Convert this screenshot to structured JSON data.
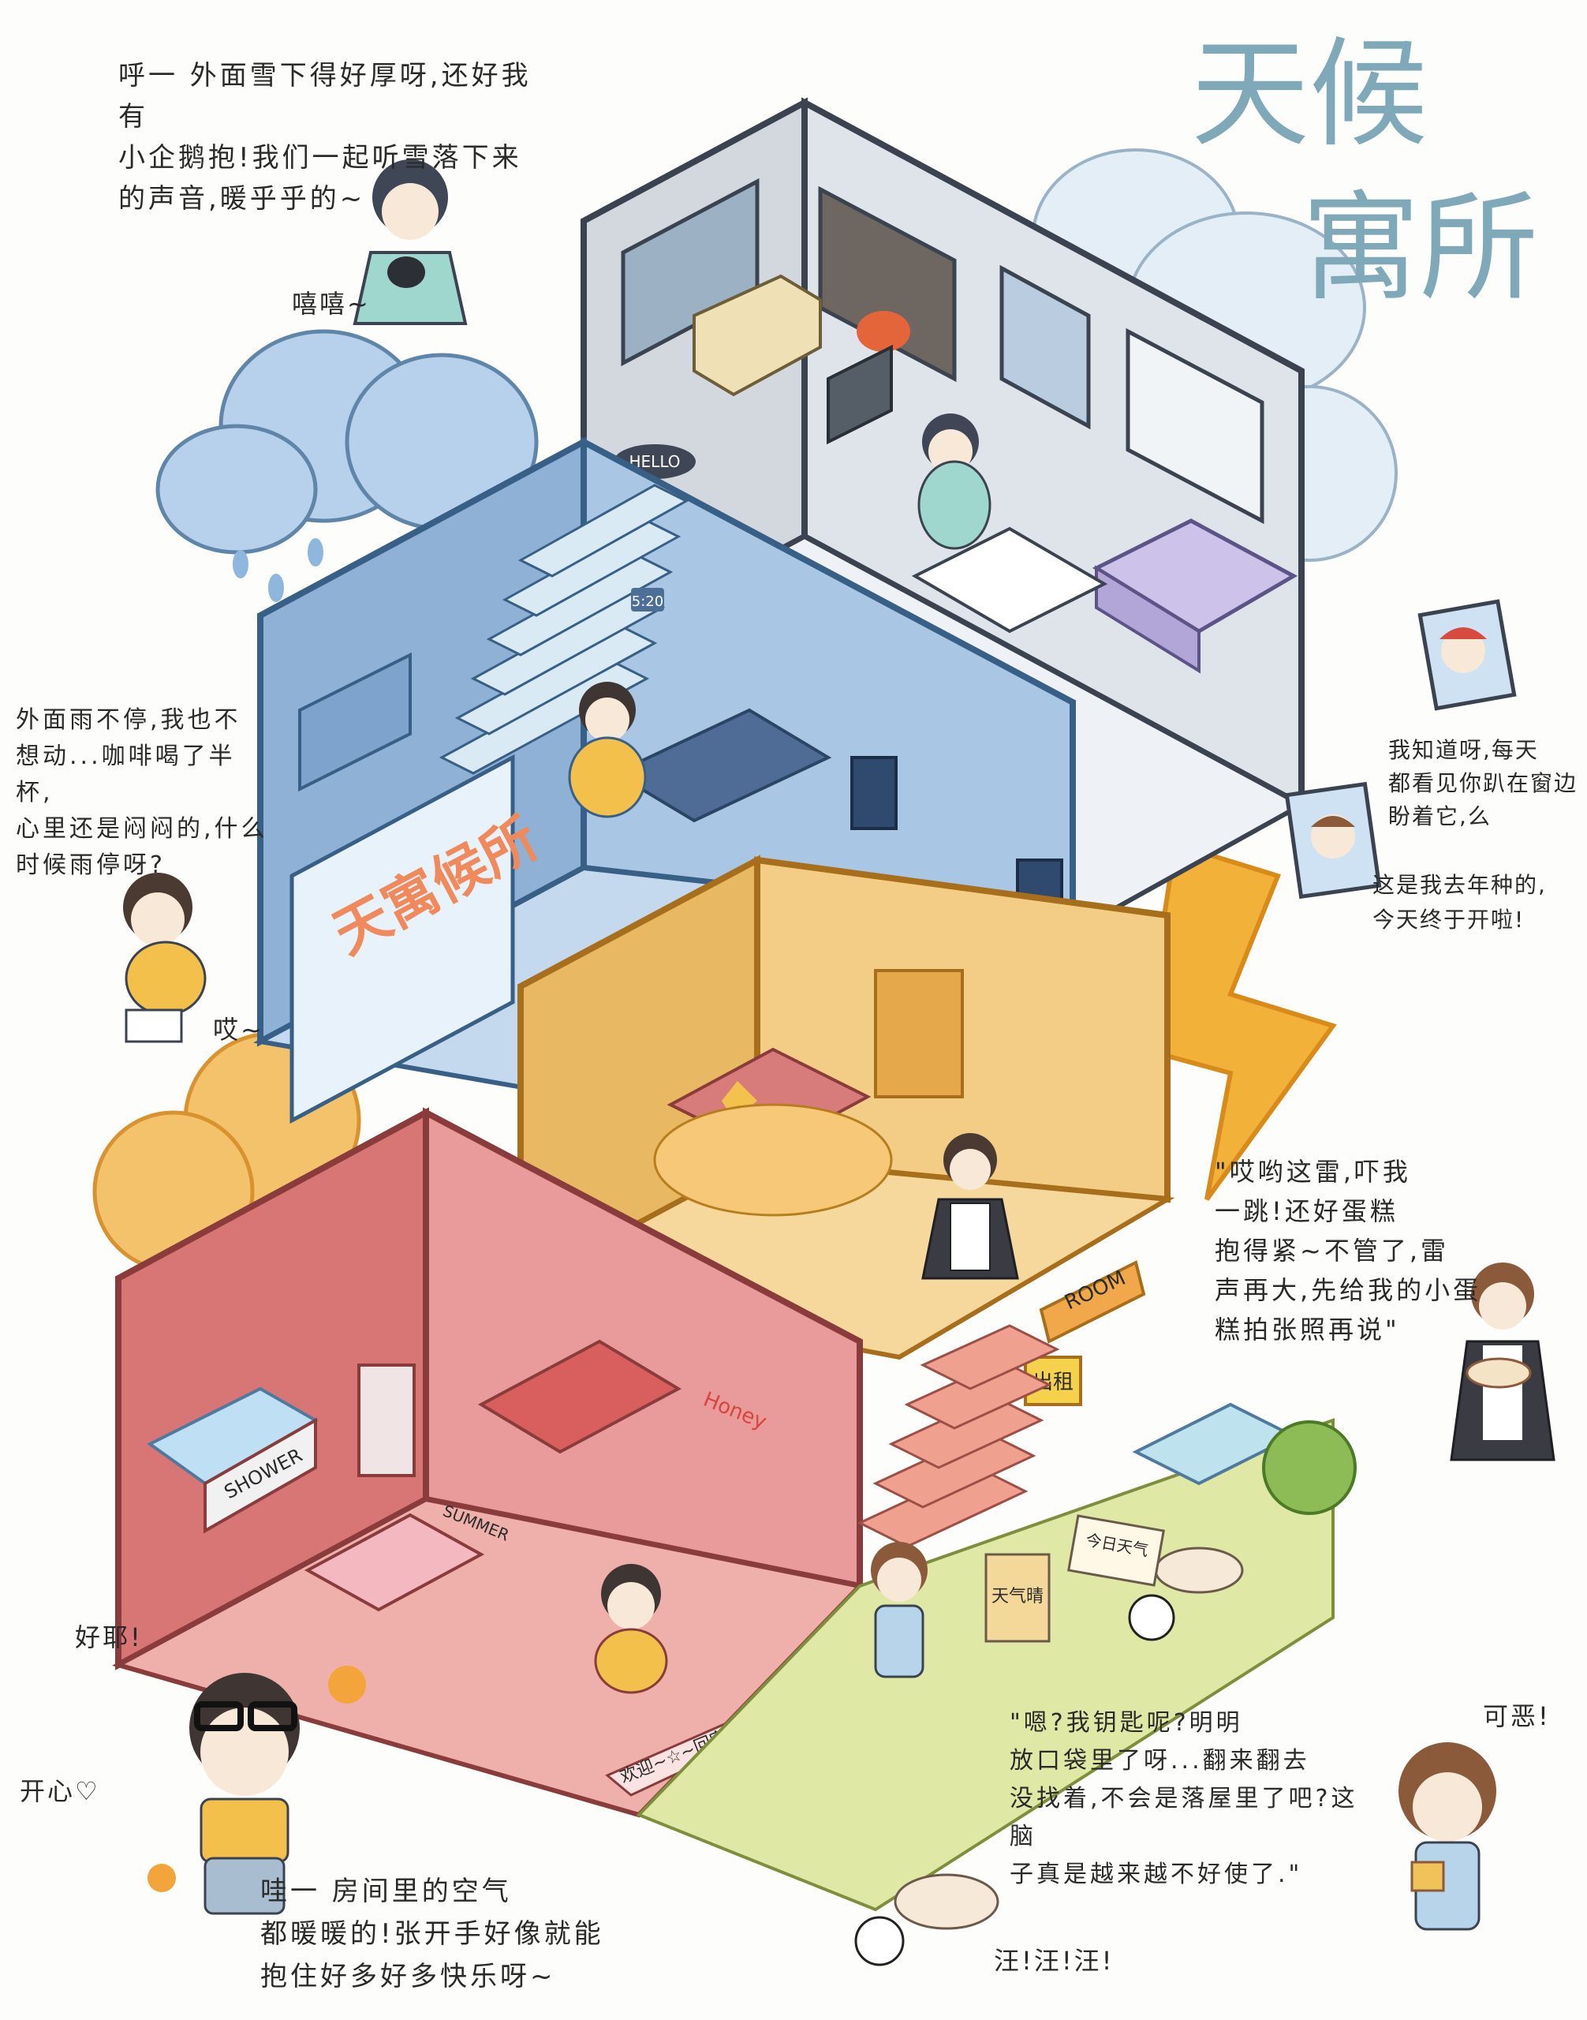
{
  "title": {
    "line1": "天候",
    "line2": "寓所"
  },
  "captions": {
    "top_left": "呼一 外面雪下得好厚呀,还好我有\n小企鹅抱!我们一起听雪落下来\n的声音,暖乎乎的~",
    "top_left_tag": "嘻嘻~",
    "left": "外面雨不停,我也不\n想动...咖啡喝了半杯,\n心里还是闷闷的,什么\n时候雨停呀?",
    "left_tag": "哎~",
    "right_top": "我知道呀,每天\n都看见你趴在窗边\n盼着它,么",
    "right_mid": "这是我去年种的,\n今天终于开啦!",
    "right_maid": "\"哎哟这雷,吓我\n一跳!还好蛋糕\n抱得紧~不管了,雷\n声再大,先给我的小蛋\n糕拍张照再说\"",
    "bottom_left_yay": "好耶!",
    "bottom_left_happy": "开心♡",
    "bottom_center": "哇一 房间里的空气\n都暖暖的!张开手好像就能\n抱住好多好多快乐呀~",
    "bottom_right": "\"嗯?我钥匙呢?明明\n放口袋里了呀...翻来翻去\n没找着,不会是落屋里了吧?这脑\n子真是越来越不好使了.\"",
    "bottom_right_tag": "可恶!",
    "dog_bark": "汪!汪!汪!"
  },
  "signs": {
    "hello_mat": "HELLO",
    "clock": "5:20",
    "wall_art": "天寓候所",
    "shower": "SHOWER",
    "summer": "SUMMER",
    "honey": "Honey",
    "room": "ROOM",
    "for_rent": "出租",
    "welcome_mat": "欢迎~☆~回家",
    "notice": "今日天气",
    "board": "天气晴"
  },
  "colors": {
    "winter": "#d9dde3",
    "rain": "#9cbfdc",
    "sun": "#f4c779",
    "summer": "#ea8c8c",
    "grass": "#d9e6a4",
    "title": "#7fa9b8"
  }
}
